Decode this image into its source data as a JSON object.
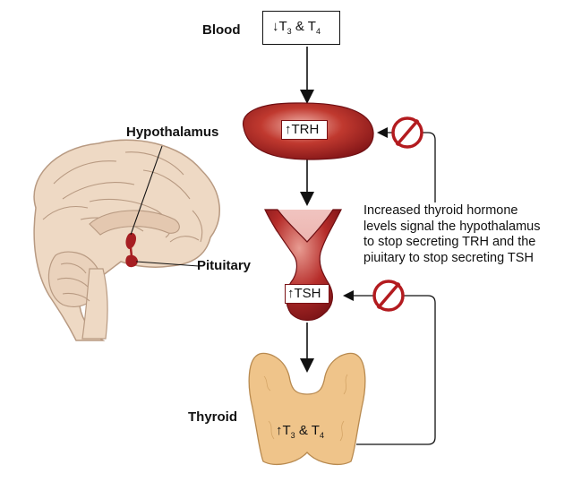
{
  "labels": {
    "blood": "Blood",
    "hypothalamus": "Hypothalamus",
    "pituitary": "Pituitary",
    "thyroid": "Thyroid"
  },
  "hormones": {
    "blood": {
      "arrow": "down",
      "t3": "T",
      "t3_sub": "3",
      "amp": "&",
      "t4": "T",
      "t4_sub": "4"
    },
    "trh": {
      "arrow": "up",
      "label": "TRH"
    },
    "tsh": {
      "arrow": "up",
      "label": "TSH"
    },
    "thyroid": {
      "arrow": "up",
      "t3": "T",
      "t3_sub": "3",
      "amp": "&",
      "t4": "T",
      "t4_sub": "4"
    }
  },
  "note_lines": [
    "Increased thyroid hormone",
    "levels signal the hypothalamus",
    "to stop secreting TRH and the",
    "piuitary to stop secreting TSH"
  ],
  "colors": {
    "organ_red": "#a61e22",
    "organ_dark": "#7a1014",
    "inhibit_red": "#b31b1f",
    "thyroid_tan": "#efc48a",
    "brain_tan": "#eed9c4",
    "brain_line": "#b89a82"
  }
}
